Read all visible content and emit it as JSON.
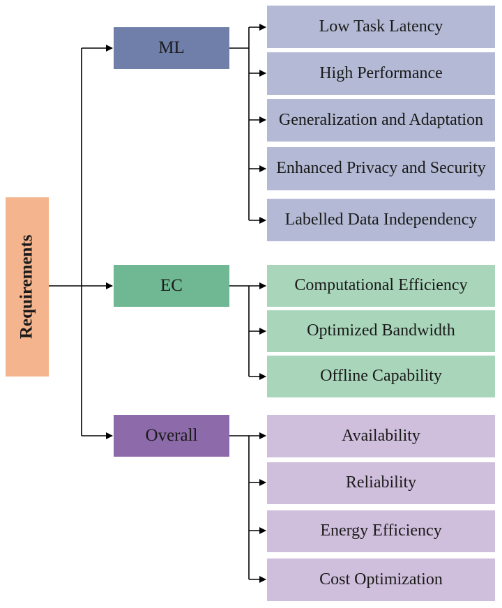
{
  "root": {
    "label": "Requirements"
  },
  "categories": [
    {
      "label": "ML",
      "items": [
        "Low Task Latency",
        "High Performance",
        "Generalization and Adaptation",
        "Enhanced Privacy and Security",
        "Labelled Data Independency"
      ]
    },
    {
      "label": "EC",
      "items": [
        "Computational Efficiency",
        "Optimized Bandwidth",
        "Offline Capability"
      ]
    },
    {
      "label": "Overall",
      "items": [
        "Availability",
        "Reliability",
        "Energy Efficiency",
        "Cost Optimization"
      ]
    }
  ],
  "colors": {
    "root": "#f4b48d",
    "ml": "#6f7fa9",
    "ml_leaf": "#b4bad5",
    "ec": "#6fb893",
    "ec_leaf": "#a9d6bb",
    "overall": "#8d6aa9",
    "overall_leaf": "#cfbedc",
    "connector": "#000000"
  }
}
